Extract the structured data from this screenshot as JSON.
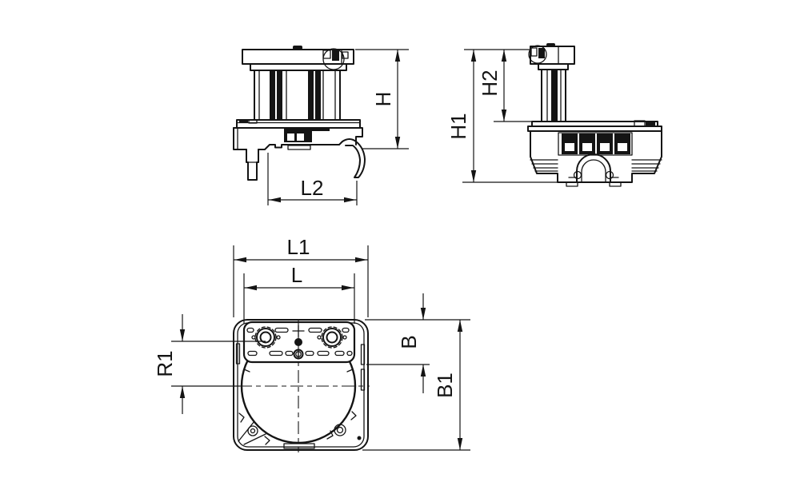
{
  "diagram": {
    "type": "technical-drawing",
    "background_color": "#ffffff",
    "ink_color": "#141414",
    "views": [
      {
        "id": "front-view",
        "description": "front view of unit with cylinder column, mounting base, foot and clamp claw"
      },
      {
        "id": "side-view",
        "description": "side view with port block, louvered corners and clamp arch"
      },
      {
        "id": "bottom-view",
        "description": "bottom view with bore circle, port plate and two circular ports"
      }
    ],
    "labels": {
      "h": "H",
      "h1": "H1",
      "h2": "H2",
      "l": "L",
      "l1": "L1",
      "l2": "L2",
      "r1": "R1",
      "b": "B",
      "b1": "B1"
    }
  }
}
